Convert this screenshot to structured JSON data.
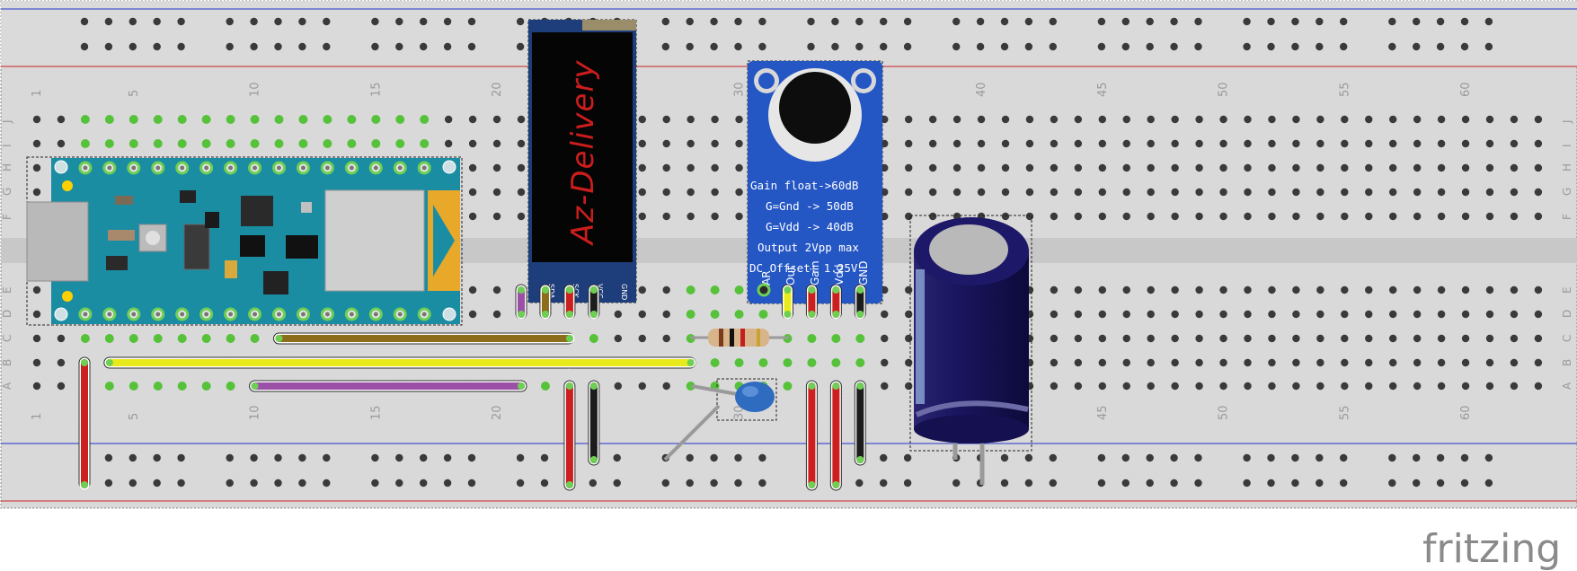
{
  "breadboard": {
    "column_labels": [
      "1",
      "5",
      "10",
      "15",
      "20",
      "30",
      "40",
      "45",
      "50",
      "55",
      "60"
    ],
    "row_labels_top": [
      "J",
      "I",
      "H",
      "G",
      "F"
    ],
    "row_labels_bottom": [
      "E",
      "D",
      "C",
      "B",
      "A"
    ],
    "rail_colors": {
      "positive": "#cc2222",
      "negative": "#2233cc"
    }
  },
  "oled": {
    "brand_text": "Az-Delivery",
    "pins": [
      "SDA",
      "SCK",
      "VCC",
      "GND"
    ]
  },
  "mic_module": {
    "lines": [
      "Gain float->60dB",
      "G=Gnd -> 50dB",
      "G=Vdd -> 40dB",
      "Output 2Vpp max",
      "DC Offset: 1.25V"
    ],
    "pins": [
      "AR",
      "Out",
      "Gain",
      "Vdd",
      "GND"
    ]
  },
  "components": {
    "microcontroller": "arduino-nano-board",
    "capacitor_large": "electrolytic-capacitor",
    "capacitor_small": "ceramic-capacitor",
    "resistor": "resistor"
  },
  "wire_colors": {
    "brown": "#8b6d1a",
    "yellow": "#e8ea1c",
    "purple": "#9b4fa6",
    "red": "#cc1f1f",
    "black": "#1c1c1c"
  },
  "logo": {
    "text": "fritzing"
  }
}
